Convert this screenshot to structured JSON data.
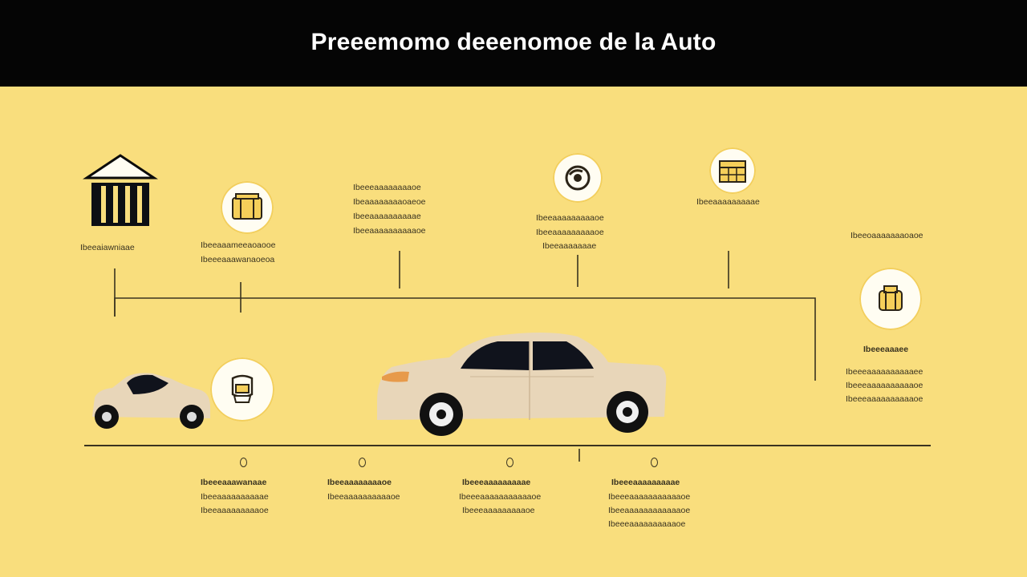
{
  "header": {
    "title": "Preeemomo deeenomoe de la Auto"
  },
  "colors": {
    "background": "#f9de7d",
    "header": "#050505",
    "car_body": "#e8d6b9",
    "line": "#3a3320"
  },
  "icons": {
    "bank": "bank-icon",
    "dashboard": "dashboard-icon",
    "cycle": "cycle-icon",
    "seat": "seat-icon",
    "engine": "engine-icon",
    "calendar": "calendar-icon"
  },
  "labels": {
    "bank_caption": "Ibeeaiawniaae",
    "dashboard_caption_1": "Ibeeaaameeaoaooe",
    "dashboard_caption_2": "Ibeeeaaawanaoeoa",
    "col3_l1": "Ibeeeaaaaaaaaoe",
    "col3_l2": "Ibeaaaaaaaaoaeoe",
    "col3_l3": "Ibeeaaaaaaaaaae",
    "col3_l4": "Ibeeaaaaaaaaaaoe",
    "cycle_l1": "Ibeeaaaaaaaaaoe",
    "cycle_l2": "Ibeeaaaaaaaaaoe",
    "cycle_l3": "Ibeeaaaaaaae",
    "seat_caption": "Ibeeaaaaaaaaae",
    "right_top": "Ibeeoaaaaaaaoaoe",
    "right_bold": "Ibeeeaaaee",
    "right_l1": "Ibeeeaaaaaaaaaaee",
    "right_l2": "Ibeeeaaaaaaaaaaoe",
    "right_l3": "Ibeeeaaaaaaaaaaoe",
    "b1_bold": "Ibeeeaaawanaae",
    "b1_l1": "Ibeeaaaaaaaaaae",
    "b1_l2": "Ibeeaaaaaaaaaoe",
    "b2_bold": "Ibeeaaaaaaaaoe",
    "b2_l1": "Ibeeaaaaaaaaaaoe",
    "b3_bold": "Ibeeeaaaaaaaaae",
    "b3_l1": "Ibeeeaaaaaaaaaaaoe",
    "b3_l2": "Ibeeeaaaaaaaaaoe",
    "b4_bold": "Ibeeeaaaaaaaaae",
    "b4_l1": "Ibeeeaaaaaaaaaaaoe",
    "b4_l2": "Ibeeaaaaaaaaaaaaoe",
    "b4_l3": "Ibeeeaaaaaaaaaaoe"
  }
}
